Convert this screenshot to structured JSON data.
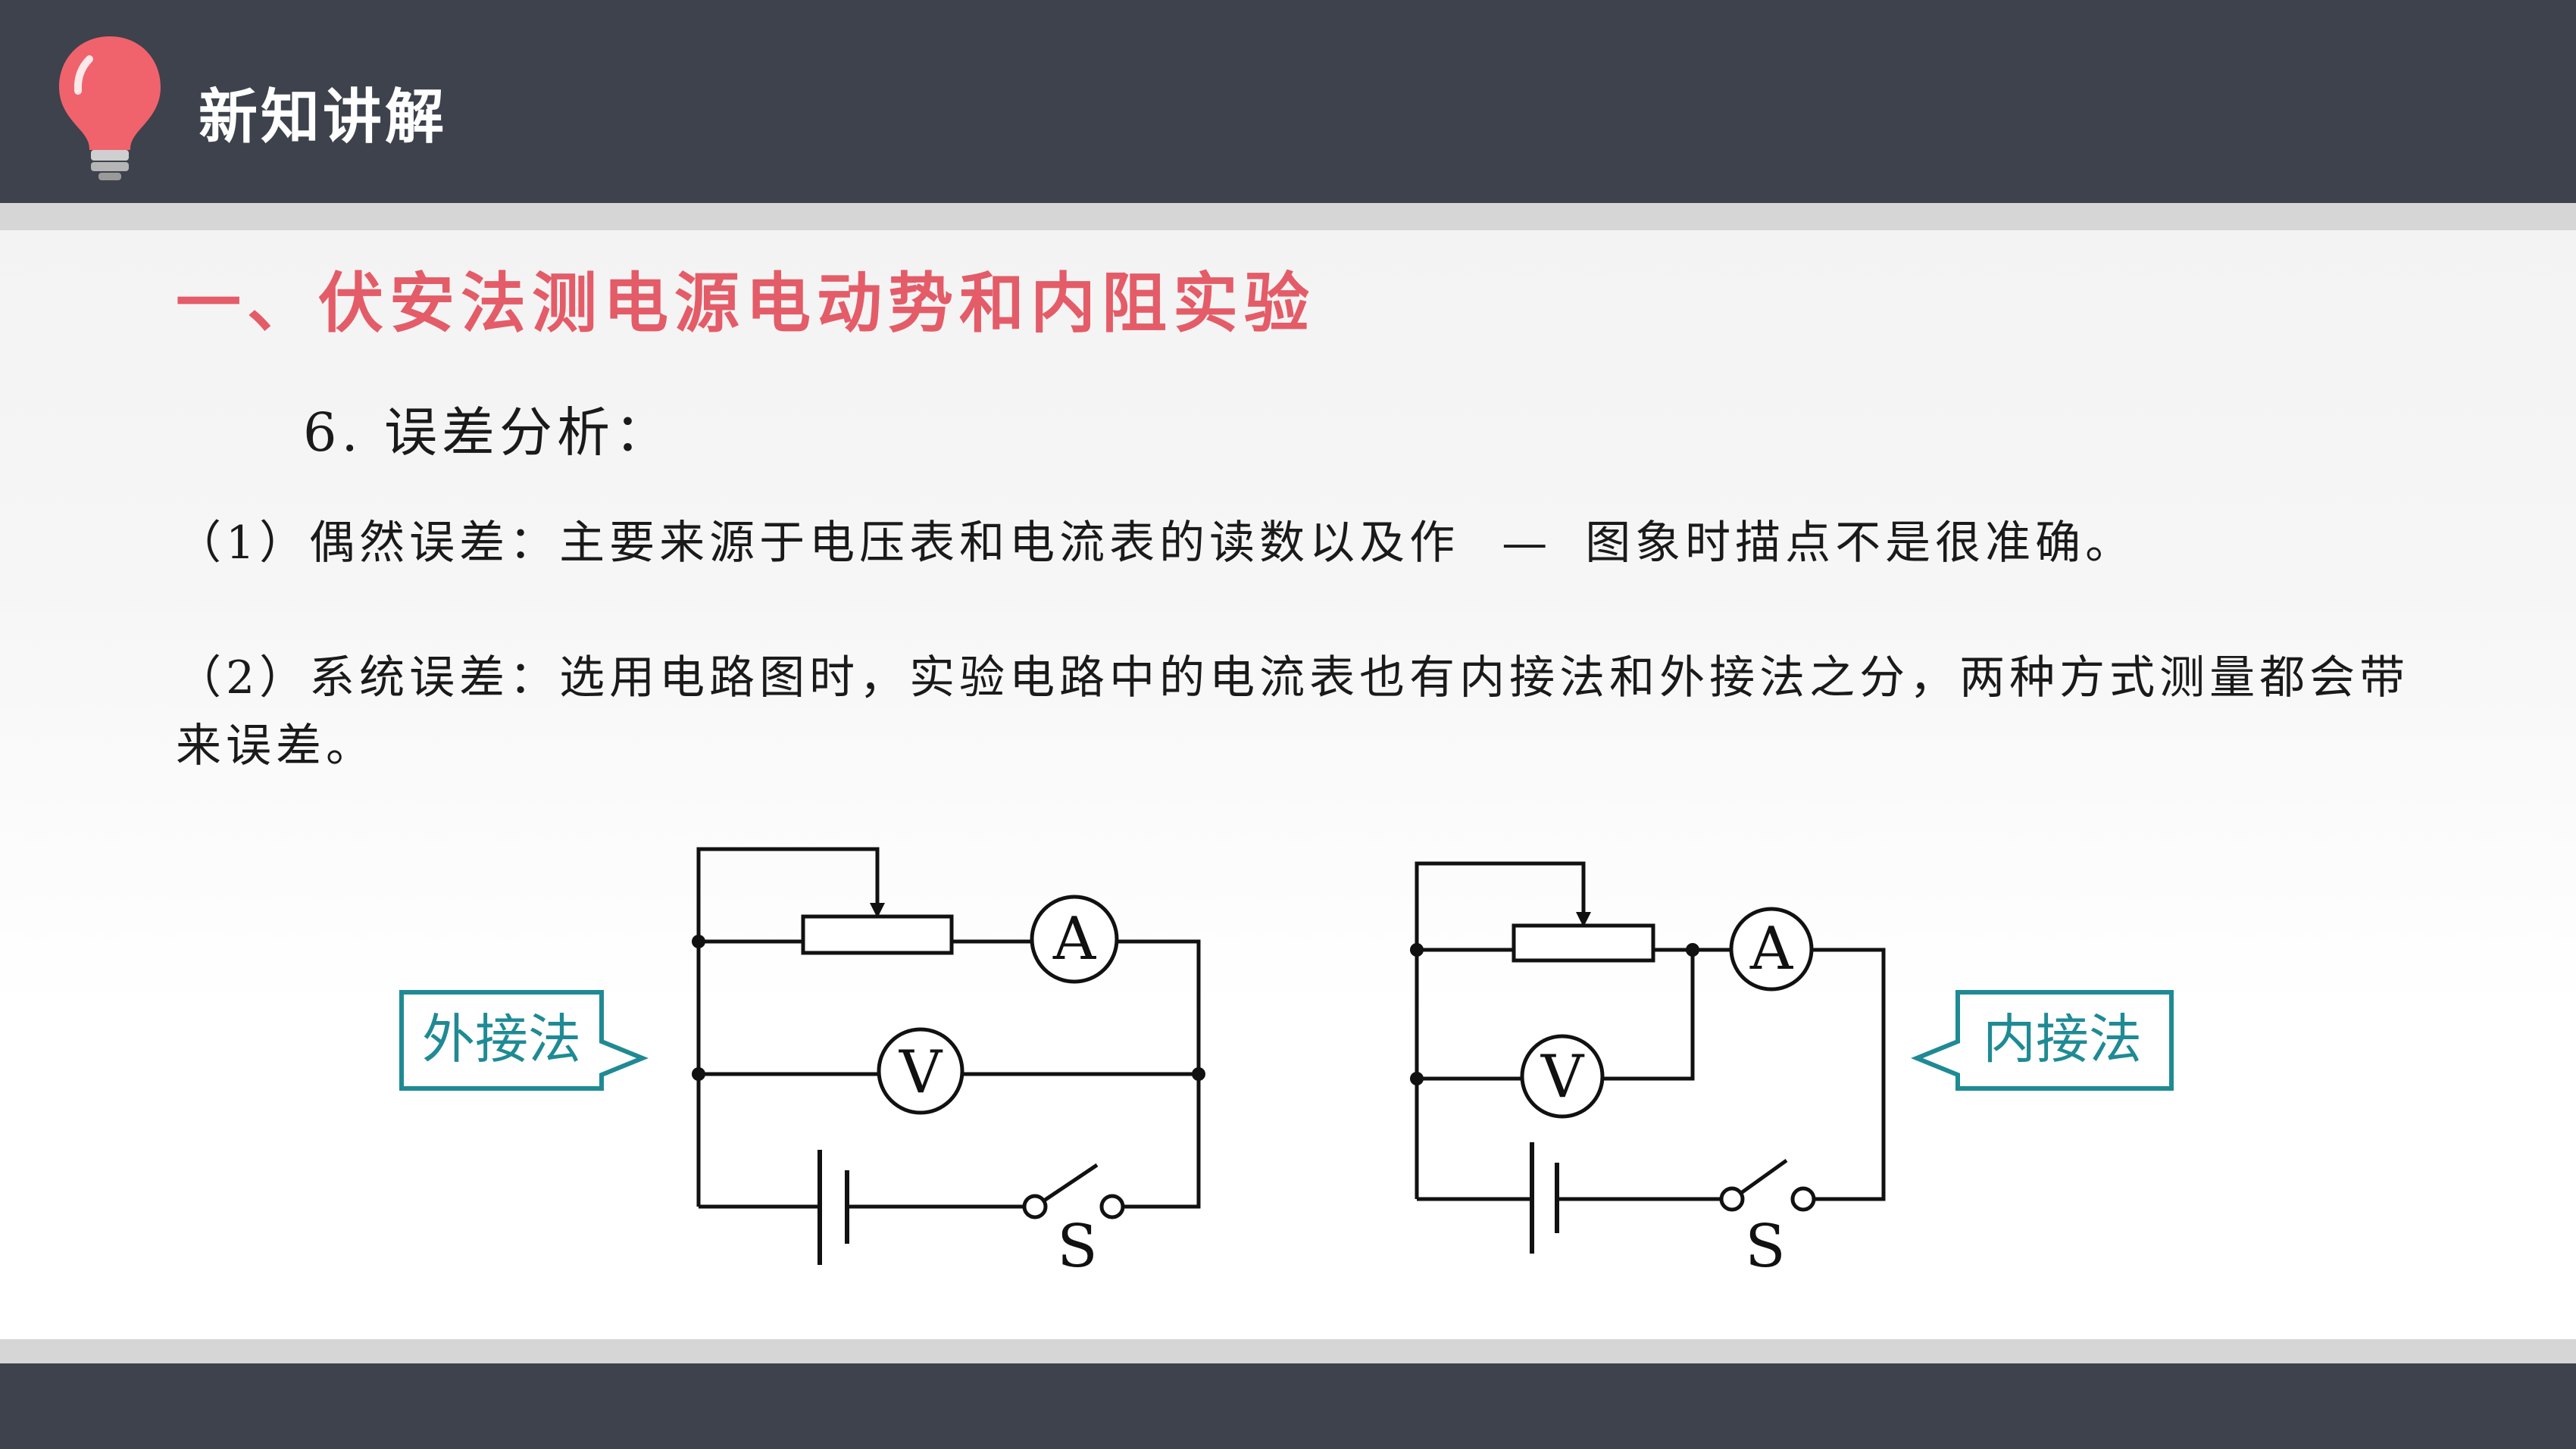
{
  "header": {
    "title": "新知讲解",
    "bulb_icon": "lightbulb-icon",
    "bar_color": "#3d424c"
  },
  "section": {
    "title": "一、伏安法测电源电动势和内阻实验",
    "title_color": "#e35c68"
  },
  "subheading": "6. 误差分析：",
  "paragraphs": {
    "p1_before": "（1）偶然误差：主要来源于电压表和电流表的读数以及作",
    "p1_dash": "—",
    "p1_after": "图象时描点不是很准确。",
    "p2": "（2）系统误差：选用电路图时，实验电路中的电流表也有内接法和外接法之分，两种方式测量都会带来误差。"
  },
  "diagrams": {
    "left_tag": "外接法",
    "right_tag": "内接法",
    "tag_color": "#1f8a94",
    "ammeter": "A",
    "voltmeter": "V",
    "switch": "S"
  }
}
